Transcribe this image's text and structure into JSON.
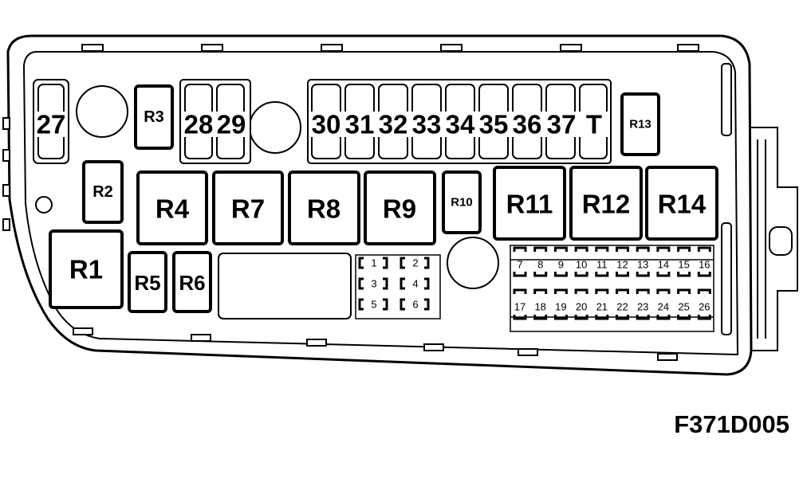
{
  "diagram": {
    "code": "F371D005",
    "relays": {
      "R1": "R1",
      "R2": "R2",
      "R3": "R3",
      "R4": "R4",
      "R5": "R5",
      "R6": "R6",
      "R7": "R7",
      "R8": "R8",
      "R9": "R9",
      "R10": "R10",
      "R11": "R11",
      "R12": "R12",
      "R13": "R13",
      "R14": "R14"
    },
    "large_fuses": [
      "27",
      "28",
      "29",
      "30",
      "31",
      "32",
      "33",
      "34",
      "35",
      "36",
      "37",
      "T"
    ],
    "small_fuses_left": [
      "1",
      "2",
      "3",
      "4",
      "5",
      "6"
    ],
    "mini_fuses_row1": [
      "7",
      "8",
      "9",
      "10",
      "11",
      "12",
      "13",
      "14",
      "15",
      "16"
    ],
    "mini_fuses_row2": [
      "17",
      "18",
      "19",
      "20",
      "21",
      "22",
      "23",
      "24",
      "25",
      "26"
    ]
  }
}
